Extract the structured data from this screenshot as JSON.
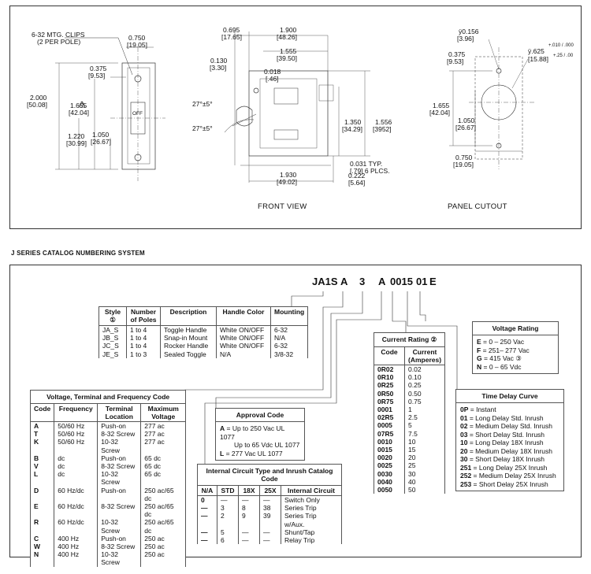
{
  "drawing": {
    "mtg_clips_1": "6-32 MTG. CLIPS",
    "mtg_clips_2": "(2 PER POLE)",
    "mtg_clips_ref": "3",
    "front_view_label": "FRONT VIEW",
    "panel_cutout_label": "PANEL CUTOUT",
    "dim_0750_top": "0.750",
    "dim_1905_top": "[19.05]",
    "dim_0375_l": "0.375",
    "dim_953_l": "[9.53]",
    "dim_2000": "2.000",
    "dim_5008": "[50.08]",
    "dim_1655_l": "1.655",
    "dim_4204_l": "[42.04]",
    "dim_1220": "1.220",
    "dim_3099": "[30.99]",
    "dim_1050_l": "1.050",
    "dim_2667_l": "[26.67]",
    "off_label": "OFF",
    "dim_0695": "0.695",
    "dim_1765": "[17.65]",
    "dim_1900": "1.900",
    "dim_4826": "[48.26]",
    "dim_1555": "1.555",
    "dim_3950": "[39.50]",
    "dim_0130": "0.130",
    "dim_330": "[3.30]",
    "dim_0018": "0.018",
    "dim_046": "[.46]",
    "angle_1": "27°±5°",
    "angle_2": "27°±5°",
    "dim_1350": "1.350",
    "dim_3429": "[34.29]",
    "dim_1556": "1.556",
    "dim_3952": "[3952]",
    "dim_0031": "0.031 TYP.",
    "dim_079": "[.79] 6 PLCS.",
    "dim_1930": "1.930",
    "dim_4902": "[49.02]",
    "dim_0222": "0.222",
    "dim_564": "[5.64]",
    "dim_0156": "ÿ0.156",
    "dim_396": "[3.96]",
    "dim_0375_r": "0.375",
    "dim_953_r": "[9.53]",
    "dim_0625": "ÿ.625",
    "dim_0625_tol": "+.010 / .000",
    "dim_1588": "[15.88]",
    "dim_1588_tol": "+.25 / .00",
    "dim_1655_r": "1.655",
    "dim_4204_r": "[42.04]",
    "dim_1050_r": "1.050",
    "dim_2667_r": "[26.67]",
    "dim_0750_b": "0.750",
    "dim_1905_b": "[19.05]"
  },
  "section_title": "J SERIES CATALOG NUMBERING SYSTEM",
  "catalog_code": [
    "JA1S",
    "A",
    "3",
    "A",
    "0015",
    "01",
    "E"
  ],
  "style_table": {
    "headers": [
      "Style ①",
      "Number of Poles",
      "Description",
      "Handle Color",
      "Mounting"
    ],
    "rows": [
      [
        "JA_S",
        "1 to 4",
        "Toggle Handle",
        "White ON/OFF",
        "6-32"
      ],
      [
        "JB_S",
        "1 to 4",
        "Snap-in Mount",
        "White ON/OFF",
        "N/A"
      ],
      [
        "JC_S",
        "1 to 4",
        "Rocker Handle",
        "White ON/OFF",
        "6-32"
      ],
      [
        "JE_S",
        "1 to 3",
        "Sealed Toggle",
        "N/A",
        "3/8-32"
      ]
    ]
  },
  "voltage_table": {
    "title": "Voltage, Terminal and Frequency Code",
    "headers": [
      "Code",
      "Frequency",
      "Terminal Location",
      "Maximum Voltage"
    ],
    "rows": [
      [
        "A",
        "50/60 Hz",
        "Push-on",
        "277 ac"
      ],
      [
        "T",
        "50/60 Hz",
        "8-32 Screw",
        "277 ac"
      ],
      [
        "K",
        "50/60 Hz",
        "10-32 Screw",
        "277 ac"
      ],
      [
        "B",
        "dc",
        "Push-on",
        "65 dc"
      ],
      [
        "V",
        "dc",
        "8-32 Screw",
        "65 dc"
      ],
      [
        "L",
        "dc",
        "10-32 Screw",
        "65 dc"
      ],
      [
        "D",
        "60 Hz/dc",
        "Push-on",
        "250 ac/65 dc"
      ],
      [
        "E",
        "60 Hz/dc",
        "8-32 Screw",
        "250 ac/65 dc"
      ],
      [
        "R",
        "60 Hz/dc",
        "10-32 Screw",
        "250 ac/65 dc"
      ],
      [
        "C",
        "400 Hz",
        "Push-on",
        "250 ac"
      ],
      [
        "W",
        "400 Hz",
        "8-32 Screw",
        "250 ac"
      ],
      [
        "N",
        "400 Hz",
        "10-32 Screw",
        "250 ac"
      ]
    ]
  },
  "approval_table": {
    "title": "Approval Code",
    "lines": [
      {
        "code": "A",
        "text": " = Up to 250 Vac UL 1077"
      },
      {
        "code": "",
        "text": "Up to 65 Vdc UL 1077"
      },
      {
        "code": "L",
        "text": " = 277 Vac UL 1077"
      }
    ]
  },
  "circuit_table": {
    "title": "Internal Circuit Type and Inrush Catalog Code",
    "headers": [
      "N/A",
      "STD",
      "18X",
      "25X",
      "Internal Circuit"
    ],
    "rows": [
      [
        "0",
        "—",
        "—",
        "—",
        "Switch Only"
      ],
      [
        "—",
        "3",
        "8",
        "38",
        "Series Trip"
      ],
      [
        "—",
        "2",
        "9",
        "39",
        "Series Trip w/Aux."
      ],
      [
        "—",
        "5",
        "—",
        "—",
        "Shunt/Tap"
      ],
      [
        "—",
        "6",
        "—",
        "—",
        "Relay Trip"
      ]
    ]
  },
  "current_table": {
    "title": "Current Rating ②",
    "headers": [
      "Code",
      "Current (Amperes)"
    ],
    "rows": [
      [
        "0R02",
        "0.02"
      ],
      [
        "0R10",
        "0.10"
      ],
      [
        "0R25",
        "0.25"
      ],
      [
        "0R50",
        "0.50"
      ],
      [
        "0R75",
        "0.75"
      ],
      [
        "0001",
        "1"
      ],
      [
        "02R5",
        "2.5"
      ],
      [
        "0005",
        "5"
      ],
      [
        "07R5",
        "7.5"
      ],
      [
        "0010",
        "10"
      ],
      [
        "0015",
        "15"
      ],
      [
        "0020",
        "20"
      ],
      [
        "0025",
        "25"
      ],
      [
        "0030",
        "30"
      ],
      [
        "0040",
        "40"
      ],
      [
        "0050",
        "50"
      ]
    ]
  },
  "voltage_rating": {
    "title": "Voltage Rating",
    "lines": [
      {
        "code": "E",
        "text": " = 0 – 250 Vac"
      },
      {
        "code": "F",
        "text": " = 251– 277 Vac"
      },
      {
        "code": "G",
        "text": " = 415 Vac ③"
      },
      {
        "code": "N",
        "text": " = 0 – 65 Vdc"
      }
    ]
  },
  "time_delay": {
    "title": "Time Delay Curve",
    "lines": [
      {
        "code": "0P",
        "text": " = Instant"
      },
      {
        "code": "01",
        "text": " = Long Delay Std. Inrush"
      },
      {
        "code": "02",
        "text": " = Medium Delay Std. Inrush"
      },
      {
        "code": "03",
        "text": " = Short Delay Std. Inrush"
      },
      {
        "code": "10",
        "text": " = Long Delay 18X Inrush"
      },
      {
        "code": "20",
        "text": " = Medium Delay 18X Inrush"
      },
      {
        "code": "30",
        "text": " = Short Delay 18X Inrush"
      },
      {
        "code": "251",
        "text": " = Long Delay 25X Inrush"
      },
      {
        "code": "252",
        "text": " = Medium Delay 25X Inrush"
      },
      {
        "code": "253",
        "text": " = Short Delay 25X Inrush"
      }
    ]
  }
}
